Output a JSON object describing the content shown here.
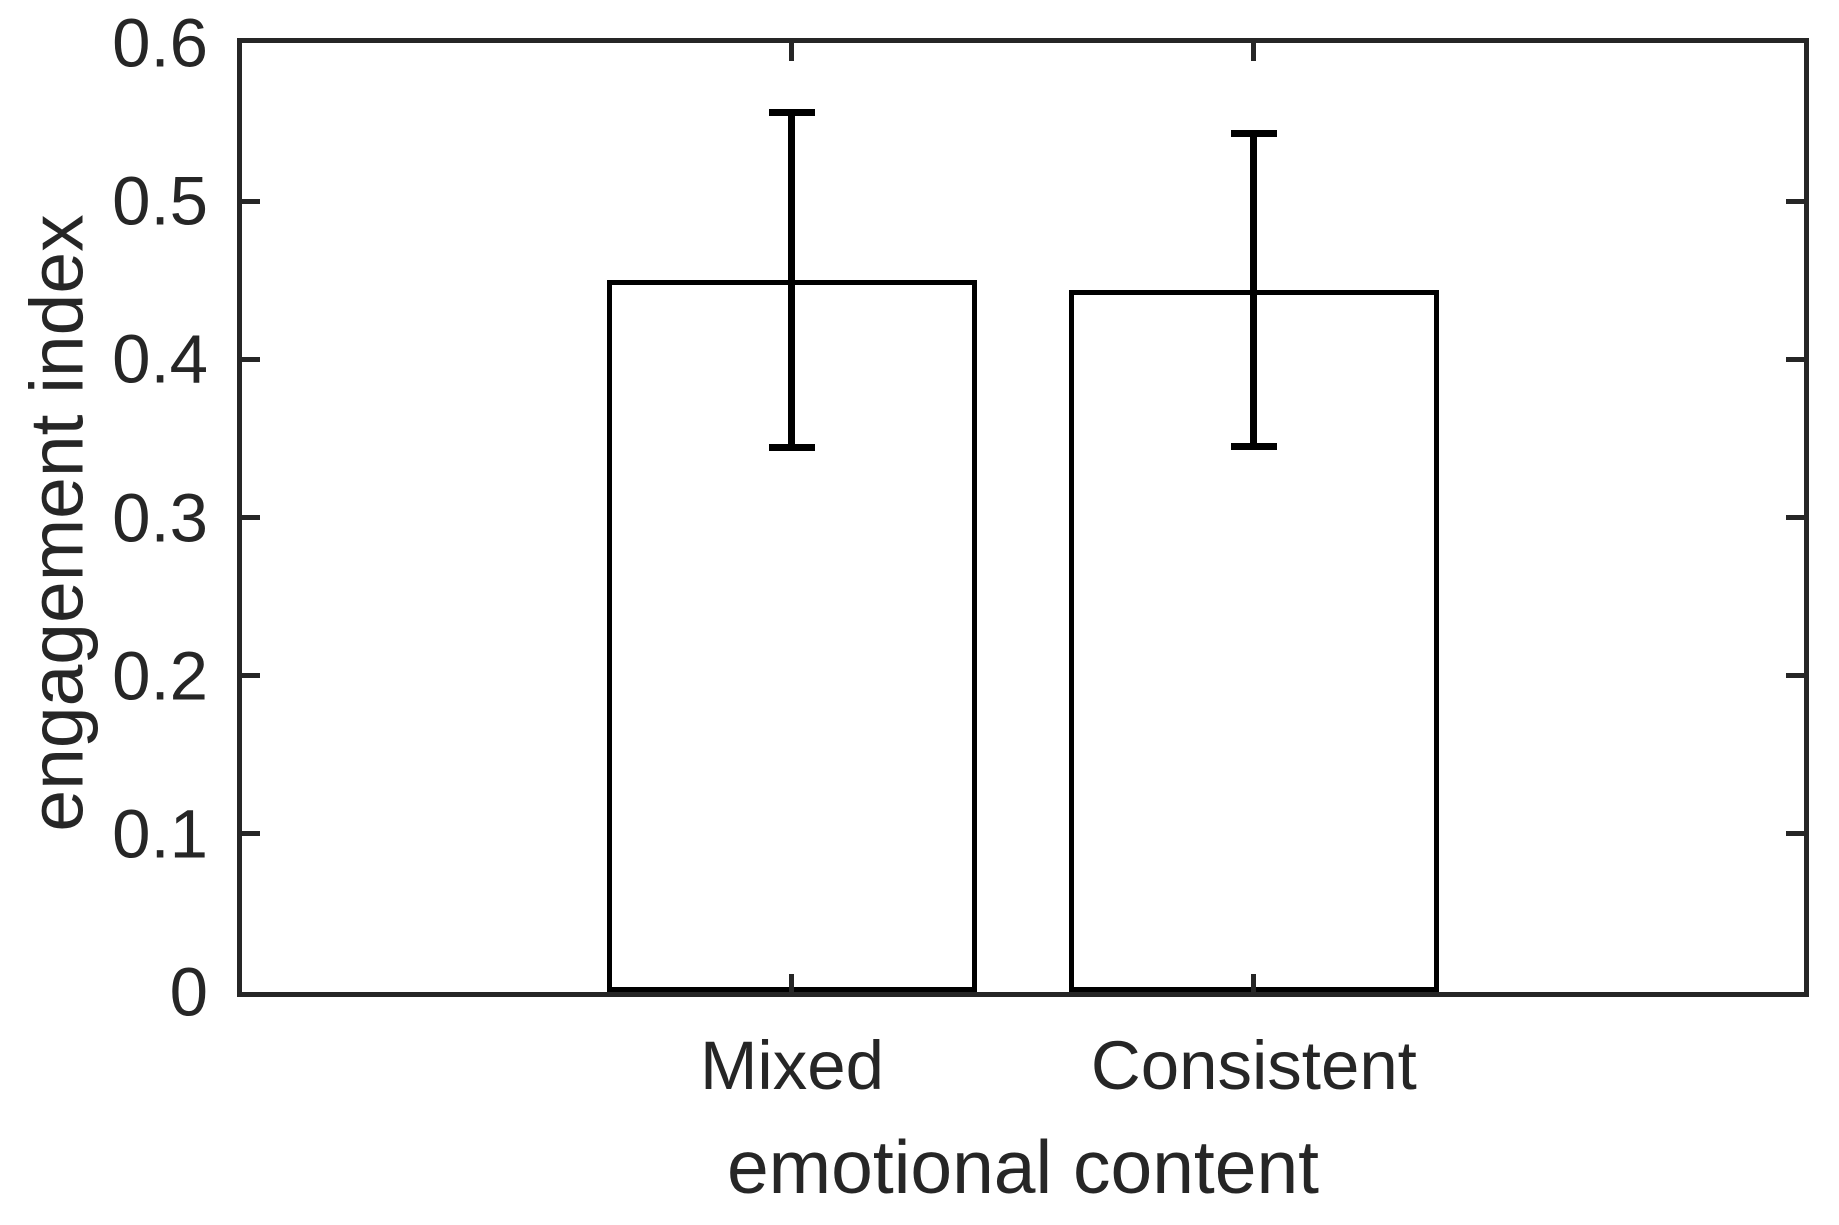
{
  "figure": {
    "background": "#ffffff",
    "axis_color": "#262626",
    "data_color": "#000000"
  },
  "chart_data": {
    "type": "bar",
    "title": "",
    "categories": [
      "Mixed",
      "Consistent"
    ],
    "values": [
      0.45,
      0.444
    ],
    "error_upper": [
      0.106,
      0.099
    ],
    "error_lower": [
      0.106,
      0.099
    ],
    "xlabel": "emotional content",
    "ylabel": "engagement index",
    "ylim": [
      0,
      0.6
    ],
    "yticks": [
      0,
      0.1,
      0.2,
      0.3,
      0.4,
      0.5,
      0.6
    ],
    "ytick_labels": [
      "0",
      "0.1",
      "0.2",
      "0.3",
      "0.4",
      "0.5",
      "0.6"
    ],
    "grid": false,
    "legend": null,
    "bar_fill": "#ffffff",
    "bar_edge": "#000000",
    "layout": {
      "bar_center_fracs": [
        0.3521,
        0.6478
      ],
      "bar_width_frac": 0.2369,
      "tick_dir": "in"
    }
  }
}
